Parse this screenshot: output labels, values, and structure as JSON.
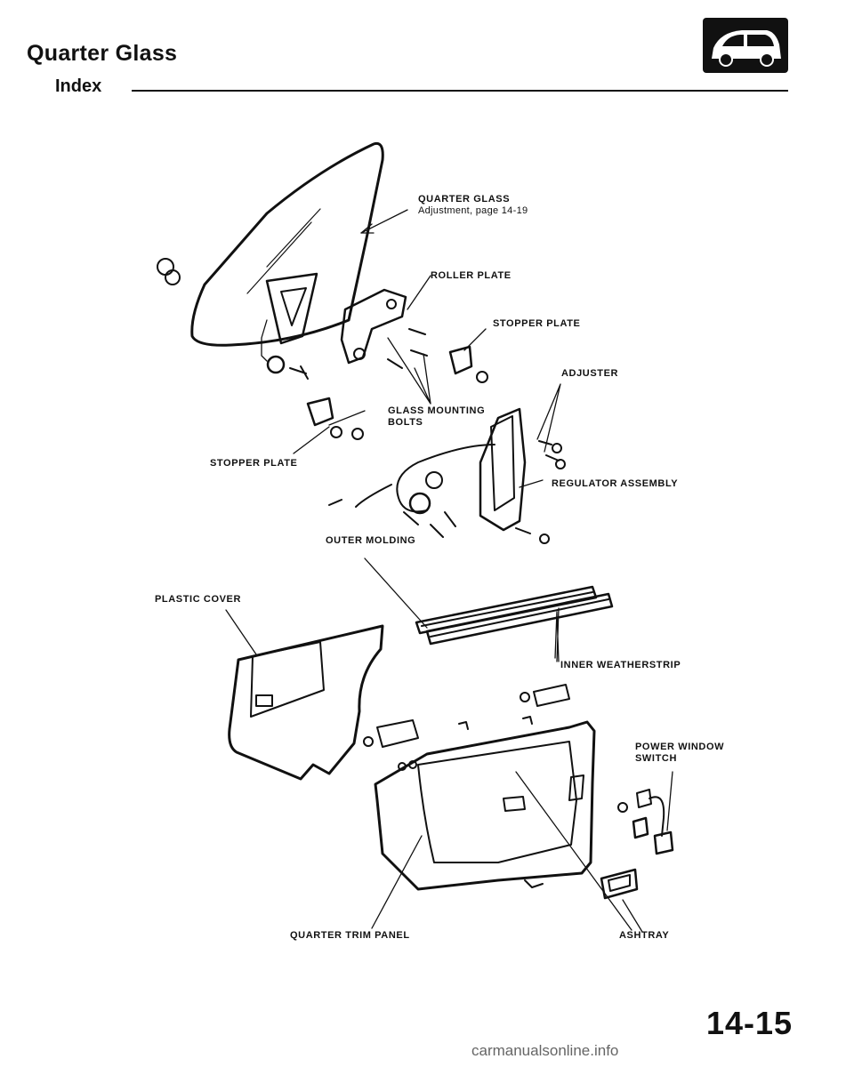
{
  "header": {
    "title": "Quarter Glass",
    "subtitle": "Index",
    "icon": "car-hatchback-icon"
  },
  "labels": {
    "quarter_glass": "QUARTER GLASS",
    "quarter_glass_ref": "Adjustment, page 14-19",
    "roller_plate": "ROLLER PLATE",
    "stopper_plate_upper": "STOPPER PLATE",
    "adjuster": "ADJUSTER",
    "glass_mounting_bolts": "GLASS MOUNTING\nBOLTS",
    "stopper_plate_lower": "STOPPER PLATE",
    "regulator_assembly": "REGULATOR ASSEMBLY",
    "outer_molding": "OUTER MOLDING",
    "plastic_cover": "PLASTIC COVER",
    "inner_weatherstrip": "INNER WEATHERSTRIP",
    "power_window_switch": "POWER WINDOW\nSWITCH",
    "quarter_trim_panel": "QUARTER TRIM PANEL",
    "ashtray": "ASHTRAY"
  },
  "footer": {
    "page_number": "14-15",
    "watermark": "carmanualsonline.info"
  }
}
